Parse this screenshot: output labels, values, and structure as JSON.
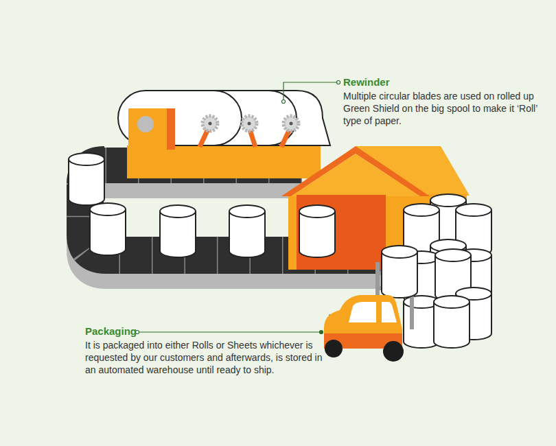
{
  "diagram": {
    "labels": [
      "Rewinder",
      "Multiple circular blades are used on rolled up Green Shield on the big spool to make it ‘Roll’ type of paper.",
      "Packaging",
      "It is packaged into either Rolls or Sheets whichever is requested by our customers and afterwards, is stored in an automated warehouse until ready to ship."
    ]
  }
}
